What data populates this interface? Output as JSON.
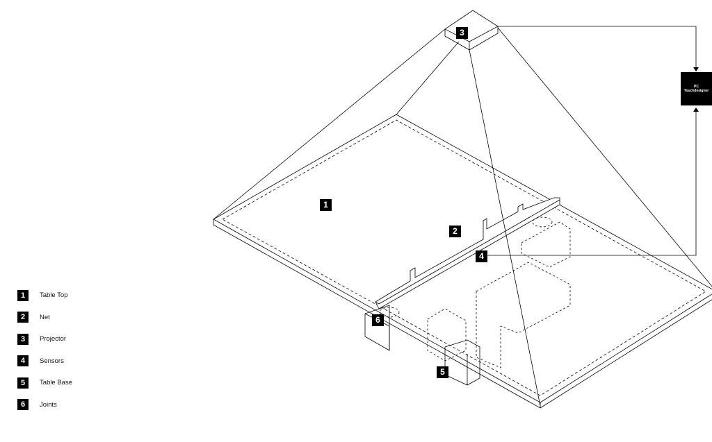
{
  "legend": [
    {
      "num": "1",
      "label": "Table Top"
    },
    {
      "num": "2",
      "label": "Net"
    },
    {
      "num": "3",
      "label": "Projector"
    },
    {
      "num": "4",
      "label": "Sensors"
    },
    {
      "num": "5",
      "label": "Table Base"
    },
    {
      "num": "6",
      "label": "Joints"
    }
  ],
  "pc": {
    "line1": "PC",
    "line2": "Touchdesigner"
  }
}
